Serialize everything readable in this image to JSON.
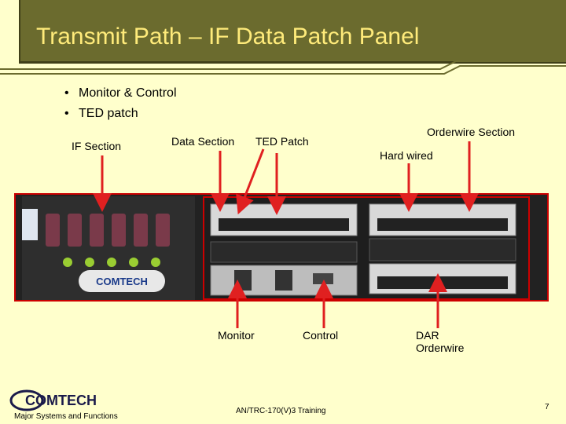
{
  "title": "Transmit Path – IF Data Patch Panel",
  "bullets": [
    "Monitor & Control",
    "TED patch"
  ],
  "labels": {
    "if_section": "IF Section",
    "data_section": "Data Section",
    "ted_patch": "TED Patch",
    "orderwire_section": "Orderwire Section",
    "hard_wired": "Hard wired",
    "monitor": "Monitor",
    "control": "Control",
    "dar_line1": "DAR",
    "dar_line2": "Orderwire"
  },
  "footer": {
    "logo": "COMTECH",
    "left_text": "Major Systems and Functions",
    "center_text": "AN/TRC-170(V)3 Training",
    "page_number": "7"
  },
  "colors": {
    "arrow": "#e02020",
    "title_bar": "#6b6b2e",
    "title_text": "#ffeb7a"
  }
}
